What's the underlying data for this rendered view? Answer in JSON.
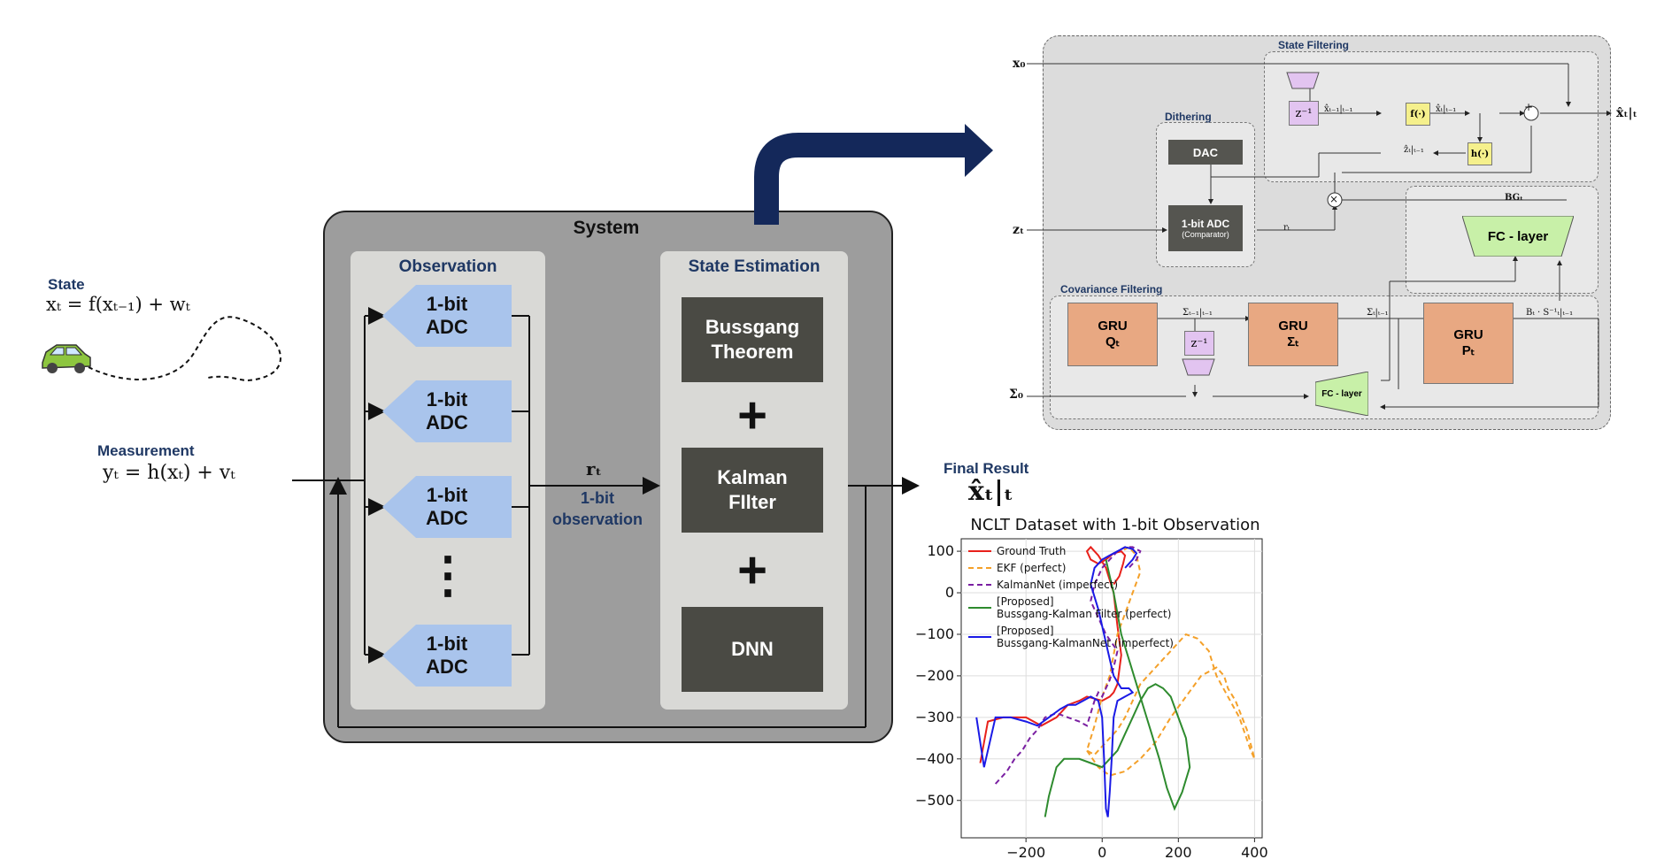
{
  "left": {
    "state_label": "State",
    "state_eq": "xₜ = f(xₜ₋₁) + wₜ",
    "measurement_label": "Measurement",
    "measurement_eq": "yₜ = h(xₜ) + vₜ"
  },
  "system": {
    "title": "System",
    "observation": {
      "title": "Observation",
      "adc_line1": "1-bit",
      "adc_line2": "ADC",
      "ellipsis": "⋮"
    },
    "r_label": "rₜ",
    "r_caption_1": "1-bit",
    "r_caption_2": "observation",
    "estimation": {
      "title": "State Estimation",
      "box1": "Bussgang\nTheorem",
      "box2": "Kalman\nFIlter",
      "box3": "DNN",
      "plus": "+"
    }
  },
  "result": {
    "label": "Final Result",
    "symbol": "x̂ₜ|ₜ"
  },
  "block_diagram": {
    "x0": "x₀",
    "zt": "zₜ",
    "sigma0": "Σ₀",
    "output": "x̂ₜ|ₜ",
    "state_filtering": "State Filtering",
    "dithering": "Dithering",
    "covariance_filtering": "Covariance Filtering",
    "dac": "DAC",
    "adc1": "1-bit ADC",
    "adc2": "(Comparator)",
    "z_inv": "z⁻¹",
    "f_box": "f(·)",
    "h_box": "h(·)",
    "fc_layer_big": "FC - layer",
    "fc_layer_small": "FC - layer",
    "gru_q": "GRU\nQₜ",
    "gru_s": "GRU\nΣₜ",
    "gru_p": "GRU\nPₜ",
    "lbl_x_prev": "x̂ₜ₋₁|ₜ₋₁",
    "lbl_x_pred": "x̂ₜ|ₜ₋₁",
    "lbl_z_pred": "ẑₜ|ₜ₋₁",
    "lbl_rt": "rₜ",
    "lbl_bg": "BGₜ",
    "lbl_sig_prev": "Σₜ₋₁|ₜ₋₁",
    "lbl_sig_pred": "Σₜ|ₜ₋₁",
    "lbl_bs": "Bₜ · S⁻¹ₜ|ₜ₋₁",
    "sum_plus": "+",
    "times": "×"
  },
  "chart_data": {
    "type": "line",
    "title": "NCLT Dataset with 1-bit Observation",
    "xlabel": "",
    "ylabel": "",
    "xlim": [
      -370,
      420
    ],
    "ylim": [
      -590,
      130
    ],
    "xticks": [
      -200,
      0,
      200,
      400
    ],
    "yticks": [
      100,
      0,
      -100,
      -200,
      -300,
      -400,
      -500
    ],
    "xtick_labels": [
      "−200",
      "0",
      "200",
      "400"
    ],
    "ytick_labels": [
      "100",
      "0",
      "−100",
      "−200",
      "−300",
      "−400",
      "−500"
    ],
    "grid": true,
    "legend_position": "top-left",
    "series": [
      {
        "name": "Ground Truth",
        "color": "#e8211b",
        "dash": "solid",
        "x": [
          -320,
          -300,
          -260,
          -200,
          -160,
          -120,
          -90,
          -60,
          -40,
          -20,
          0,
          20,
          30,
          40,
          50,
          40,
          30,
          10,
          -10,
          -30,
          -40,
          -30,
          -10,
          10,
          30,
          50,
          60,
          55,
          45,
          30
        ],
        "y": [
          -410,
          -310,
          -300,
          -300,
          -320,
          -300,
          -270,
          -260,
          -250,
          -255,
          -260,
          -250,
          -240,
          -220,
          -150,
          -80,
          0,
          60,
          90,
          110,
          100,
          80,
          70,
          80,
          95,
          100,
          90,
          70,
          40,
          20
        ]
      },
      {
        "name": "EKF (perfect)",
        "color": "#f4a029",
        "dash": "dashed",
        "x": [
          -40,
          -10,
          20,
          60,
          100,
          140,
          180,
          220,
          260,
          300,
          320,
          330,
          350,
          380,
          400,
          390,
          360,
          330,
          300,
          280,
          250,
          220,
          200,
          180,
          160,
          140,
          120,
          100,
          80,
          60,
          40,
          20,
          0,
          -20,
          -40,
          -20,
          0,
          20,
          40,
          60,
          80,
          100,
          90,
          70,
          50
        ],
        "y": [
          -380,
          -420,
          -440,
          -430,
          -400,
          -360,
          -300,
          -250,
          -200,
          -180,
          -200,
          -230,
          -260,
          -330,
          -400,
          -380,
          -300,
          -250,
          -200,
          -140,
          -110,
          -100,
          -120,
          -140,
          -160,
          -180,
          -200,
          -220,
          -260,
          -300,
          -330,
          -350,
          -370,
          -390,
          -380,
          -320,
          -250,
          -200,
          -100,
          -50,
          0,
          50,
          90,
          110,
          100
        ]
      },
      {
        "name": "KalmanNet (imperfect)",
        "color": "#7a1fa2",
        "dash": "dashed",
        "x": [
          -280,
          -250,
          -230,
          -210,
          -190,
          -170,
          -150,
          -120,
          -90,
          -60,
          -40,
          -30,
          -20,
          -10,
          0,
          10,
          20,
          30,
          40,
          10,
          -10,
          -30,
          -20,
          0,
          20,
          40,
          60,
          80,
          100,
          90,
          70
        ],
        "y": [
          -460,
          -430,
          -400,
          -380,
          -350,
          -330,
          -300,
          -290,
          -300,
          -310,
          -320,
          -290,
          -260,
          -240,
          -250,
          -230,
          -210,
          -180,
          -140,
          -100,
          -60,
          -20,
          20,
          60,
          80,
          100,
          110,
          110,
          100,
          80,
          60
        ]
      },
      {
        "name": "[Proposed]\nBussgang-Kalman Filter (perfect)",
        "color": "#2e8b2e",
        "dash": "solid",
        "x": [
          -150,
          -140,
          -120,
          -100,
          -60,
          -30,
          0,
          20,
          40,
          60,
          80,
          100,
          120,
          140,
          160,
          180,
          200,
          220,
          230,
          210,
          190,
          170,
          150,
          130,
          110,
          90,
          70,
          50,
          40,
          30,
          20,
          10
        ],
        "y": [
          -540,
          -490,
          -420,
          -400,
          -400,
          -410,
          -420,
          -400,
          -380,
          -340,
          -300,
          -260,
          -230,
          -220,
          -230,
          -250,
          -300,
          -350,
          -420,
          -480,
          -520,
          -470,
          -400,
          -340,
          -280,
          -220,
          -160,
          -100,
          -50,
          0,
          40,
          80
        ]
      },
      {
        "name": "[Proposed]\nBussgang-KalmanNet (imperfect)",
        "color": "#1a1ae6",
        "dash": "solid",
        "x": [
          -330,
          -310,
          -280,
          -240,
          -200,
          -170,
          -140,
          -110,
          -90,
          -70,
          -50,
          -30,
          -10,
          0,
          5,
          10,
          15,
          20,
          25,
          30,
          40,
          60,
          80,
          70,
          50,
          30,
          20,
          10,
          0,
          -10,
          -20,
          -30,
          -20,
          0,
          20,
          40,
          60,
          80,
          90,
          80,
          60
        ],
        "y": [
          -300,
          -420,
          -300,
          -300,
          -310,
          -320,
          -300,
          -280,
          -270,
          -270,
          -260,
          -250,
          -260,
          -300,
          -400,
          -520,
          -540,
          -480,
          -400,
          -300,
          -260,
          -250,
          -240,
          -230,
          -230,
          -200,
          -160,
          -120,
          -80,
          -40,
          -10,
          20,
          60,
          80,
          90,
          100,
          110,
          105,
          95,
          80,
          60
        ]
      }
    ]
  }
}
